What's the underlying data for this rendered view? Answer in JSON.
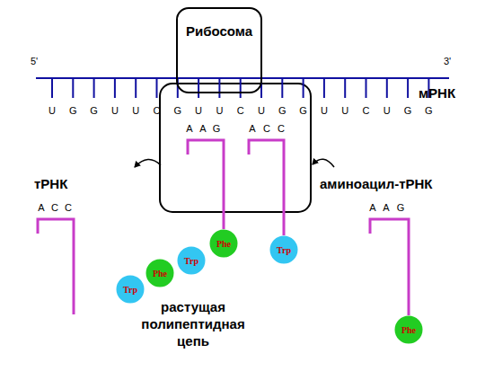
{
  "diagram": {
    "nodes": [
      {
        "text": [
          "Рибосома"
        ]
      },
      {
        "text": [
          "Phe"
        ]
      },
      {
        "text": [
          "Trp"
        ]
      },
      {
        "text": [
          "Trp"
        ]
      },
      {
        "text": [
          "Phe"
        ]
      },
      {
        "text": [
          "Trp"
        ]
      },
      {
        "text": [
          "Phe"
        ]
      }
    ],
    "labels": [
      "5'",
      "3'",
      "мРНК",
      "U",
      "G",
      "G",
      "U",
      "U",
      "C",
      "G",
      "U",
      "U",
      "C",
      "U",
      "G",
      "G",
      "U",
      "U",
      "C",
      "U",
      "G",
      "G",
      "A",
      "A",
      "G",
      "A",
      "C",
      "C",
      "тРНК",
      "A",
      "C",
      "C",
      "аминоацил-тРНК",
      "A",
      "A",
      "G",
      "растущая полипептидная цепь"
    ]
  }
}
